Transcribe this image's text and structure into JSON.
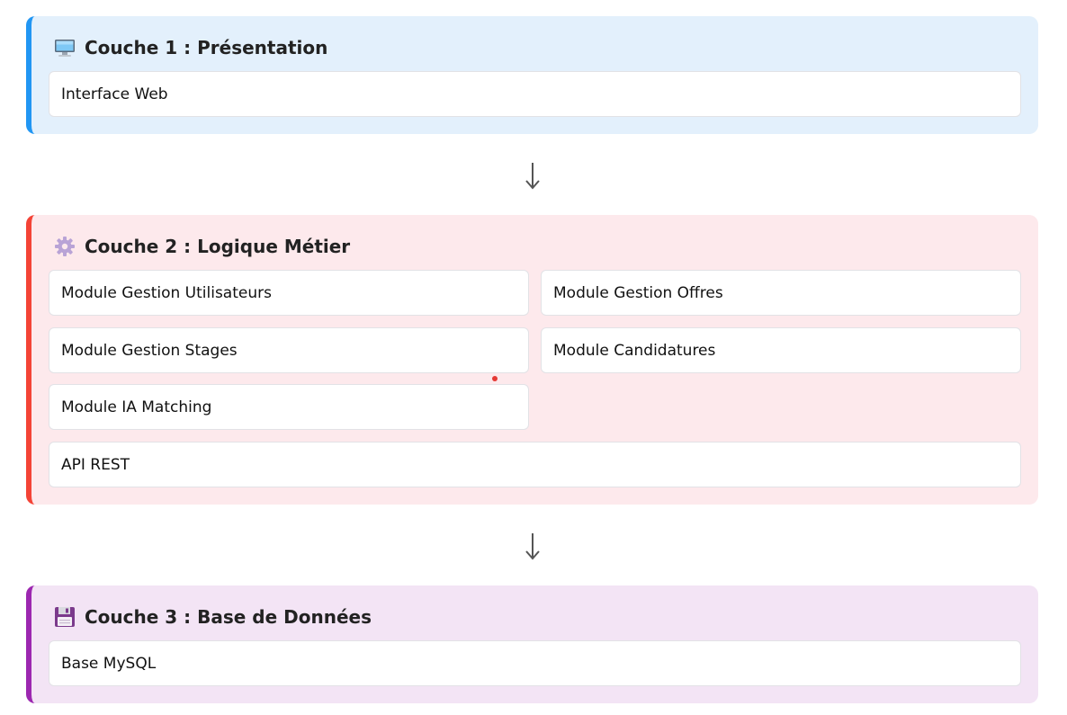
{
  "layers": [
    {
      "title": "Couche 1 : Présentation",
      "icon": "monitor-icon",
      "background": "#e3f0fc",
      "accent": "#2196f3",
      "components": [
        "Interface Web"
      ]
    },
    {
      "title": "Couche 2 : Logique Métier",
      "icon": "gear-icon",
      "background": "#fde9ec",
      "accent": "#f44336",
      "components": [
        "Module Gestion Utilisateurs",
        "Module Gestion Offres",
        "Module Gestion Stages",
        "Module Candidatures",
        "Module IA Matching",
        "API REST"
      ]
    },
    {
      "title": "Couche 3 : Base de Données",
      "icon": "floppy-disk-icon",
      "background": "#f3e4f5",
      "accent": "#9c27b0",
      "components": [
        "Base MySQL"
      ]
    }
  ],
  "connectors": [
    "down-arrow-icon",
    "down-arrow-icon"
  ]
}
